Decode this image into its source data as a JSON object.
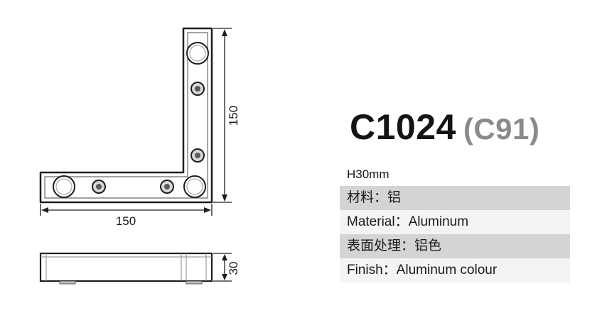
{
  "product": {
    "model": "C1024",
    "alt_model": "(C91)"
  },
  "dimensions": {
    "width_label": "150",
    "height_label": "150",
    "thickness_label": "30"
  },
  "specs": [
    {
      "text": "H30mm"
    },
    {
      "text": "材料：铝"
    },
    {
      "text": "Material：Aluminum"
    },
    {
      "text": "表面处理：铝色"
    },
    {
      "text": "Finish：Aluminum colour"
    }
  ]
}
